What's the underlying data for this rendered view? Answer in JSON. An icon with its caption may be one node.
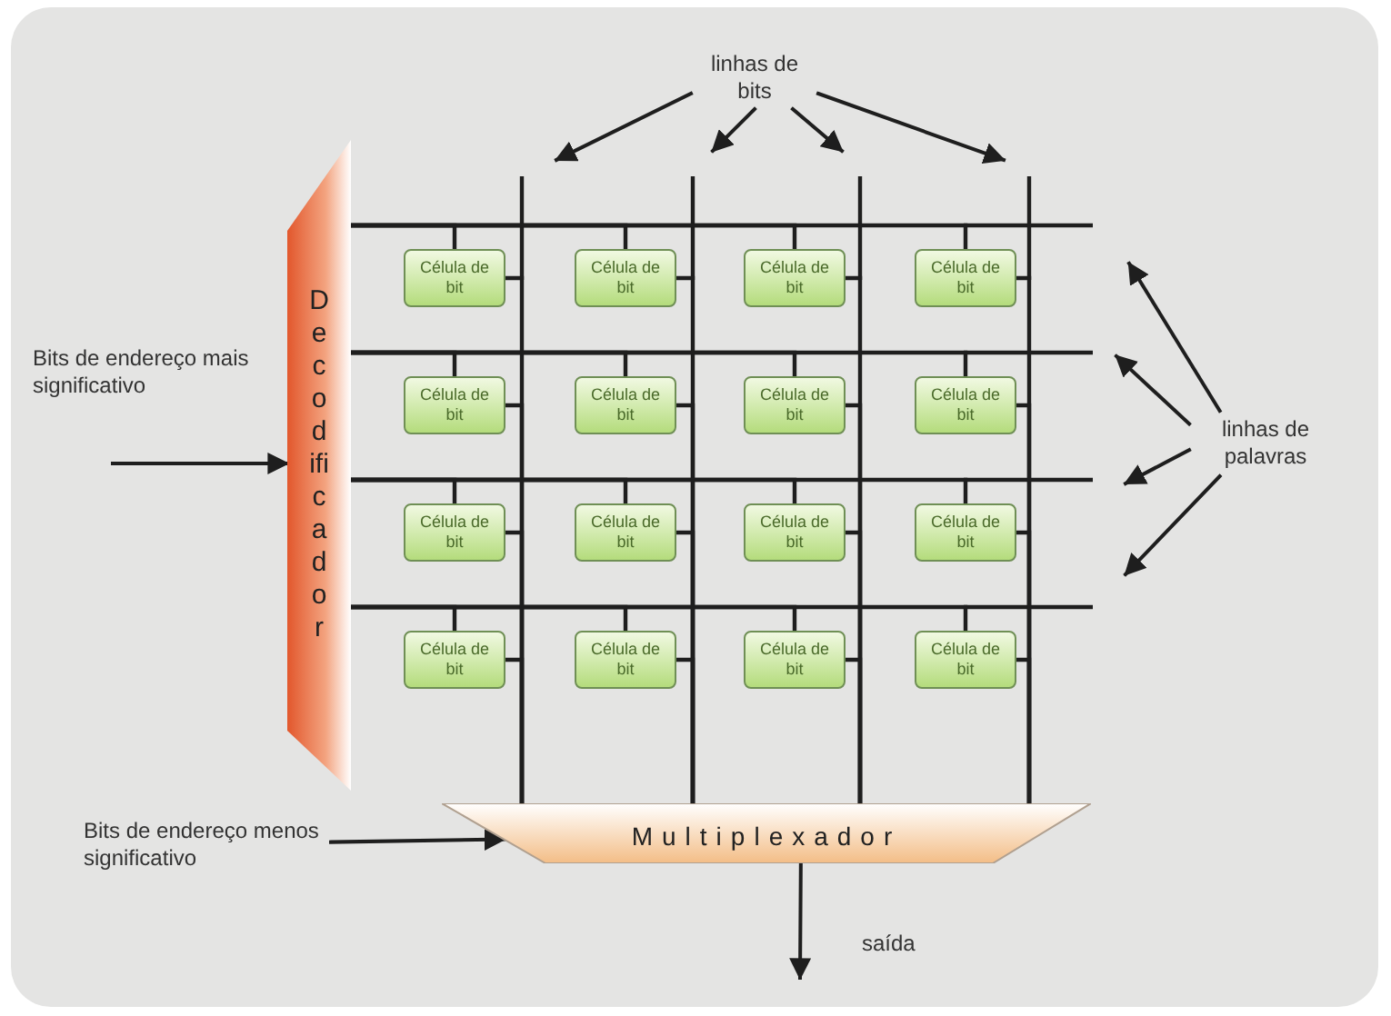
{
  "diagram": {
    "nodes": [
      {
        "text": [
          "linhas de bits"
        ]
      },
      {
        "text": [
          "Decodificador"
        ]
      },
      {
        "text": [
          "Célula de bit"
        ]
      },
      {
        "text": [
          "Célula de bit"
        ]
      },
      {
        "text": [
          "Célula de bit"
        ]
      },
      {
        "text": [
          "Célula de bit"
        ]
      },
      {
        "text": [
          "Célula de bit"
        ]
      },
      {
        "text": [
          "Célula de bit"
        ]
      },
      {
        "text": [
          "Célula de bit"
        ]
      },
      {
        "text": [
          "Célula de bit"
        ]
      },
      {
        "text": [
          "Célula de bit"
        ]
      },
      {
        "text": [
          "Célula de bit"
        ]
      },
      {
        "text": [
          "Célula de bit"
        ]
      },
      {
        "text": [
          "Célula de bit"
        ]
      },
      {
        "text": [
          "Célula de bit"
        ]
      },
      {
        "text": [
          "Célula de bit"
        ]
      },
      {
        "text": [
          "Célula de bit"
        ]
      },
      {
        "text": [
          "Célula de bit"
        ]
      },
      {
        "text": [
          "Multiplexador"
        ]
      },
      {
        "text": [
          "Bits de endereço menos significativo"
        ]
      },
      {
        "text": [
          "linhas de palavras"
        ]
      }
    ],
    "edges": [
      {
        "from": 0,
        "to": null,
        "arrow": "to"
      },
      {
        "from": 0,
        "to": null,
        "arrow": "to"
      },
      {
        "from": 0,
        "to": null,
        "arrow": "to"
      },
      {
        "from": 0,
        "to": null,
        "arrow": "to"
      },
      {
        "from": 20,
        "to": null,
        "arrow": "to"
      },
      {
        "from": 20,
        "to": null,
        "arrow": "to"
      },
      {
        "from": 20,
        "to": null,
        "arrow": "to"
      },
      {
        "from": 20,
        "to": null,
        "arrow": "to"
      },
      {
        "from": null,
        "to": 1,
        "arrow": "to",
        "label": "Bits de endereço mais significativo"
      },
      {
        "from": 19,
        "to": 18,
        "arrow": "to"
      },
      {
        "from": 18,
        "to": null,
        "arrow": "to",
        "label": "saída"
      },
      {
        "from": 1,
        "to": 2,
        "arrow": "none"
      },
      {
        "from": 1,
        "to": 3,
        "arrow": "none"
      },
      {
        "from": 1,
        "to": 4,
        "arrow": "none"
      },
      {
        "from": 1,
        "to": 5,
        "arrow": "none"
      },
      {
        "from": 1,
        "to": 6,
        "arrow": "none"
      },
      {
        "from": 1,
        "to": 7,
        "arrow": "none"
      },
      {
        "from": 1,
        "to": 8,
        "arrow": "none"
      },
      {
        "from": 1,
        "to": 9,
        "arrow": "none"
      },
      {
        "from": 1,
        "to": 10,
        "arrow": "none"
      },
      {
        "from": 1,
        "to": 11,
        "arrow": "none"
      },
      {
        "from": 1,
        "to": 12,
        "arrow": "none"
      },
      {
        "from": 1,
        "to": 13,
        "arrow": "none"
      },
      {
        "from": 1,
        "to": 14,
        "arrow": "none"
      },
      {
        "from": 1,
        "to": 15,
        "arrow": "none"
      },
      {
        "from": 1,
        "to": 16,
        "arrow": "none"
      },
      {
        "from": 1,
        "to": 17,
        "arrow": "none"
      },
      {
        "from": 2,
        "to": 18,
        "arrow": "none"
      },
      {
        "from": 3,
        "to": 18,
        "arrow": "none"
      },
      {
        "from": 4,
        "to": 18,
        "arrow": "none"
      },
      {
        "from": 5,
        "to": 18,
        "arrow": "none"
      },
      {
        "from": 6,
        "to": 18,
        "arrow": "none"
      },
      {
        "from": 7,
        "to": 18,
        "arrow": "none"
      },
      {
        "from": 8,
        "to": 18,
        "arrow": "none"
      },
      {
        "from": 9,
        "to": 18,
        "arrow": "none"
      },
      {
        "from": 10,
        "to": 18,
        "arrow": "none"
      },
      {
        "from": 11,
        "to": 18,
        "arrow": "none"
      },
      {
        "from": 12,
        "to": 18,
        "arrow": "none"
      },
      {
        "from": 13,
        "to": 18,
        "arrow": "none"
      },
      {
        "from": 14,
        "to": 18,
        "arrow": "none"
      },
      {
        "from": 15,
        "to": 18,
        "arrow": "none"
      },
      {
        "from": 16,
        "to": 18,
        "arrow": "none"
      },
      {
        "from": 17,
        "to": 18,
        "arrow": "none"
      }
    ]
  }
}
